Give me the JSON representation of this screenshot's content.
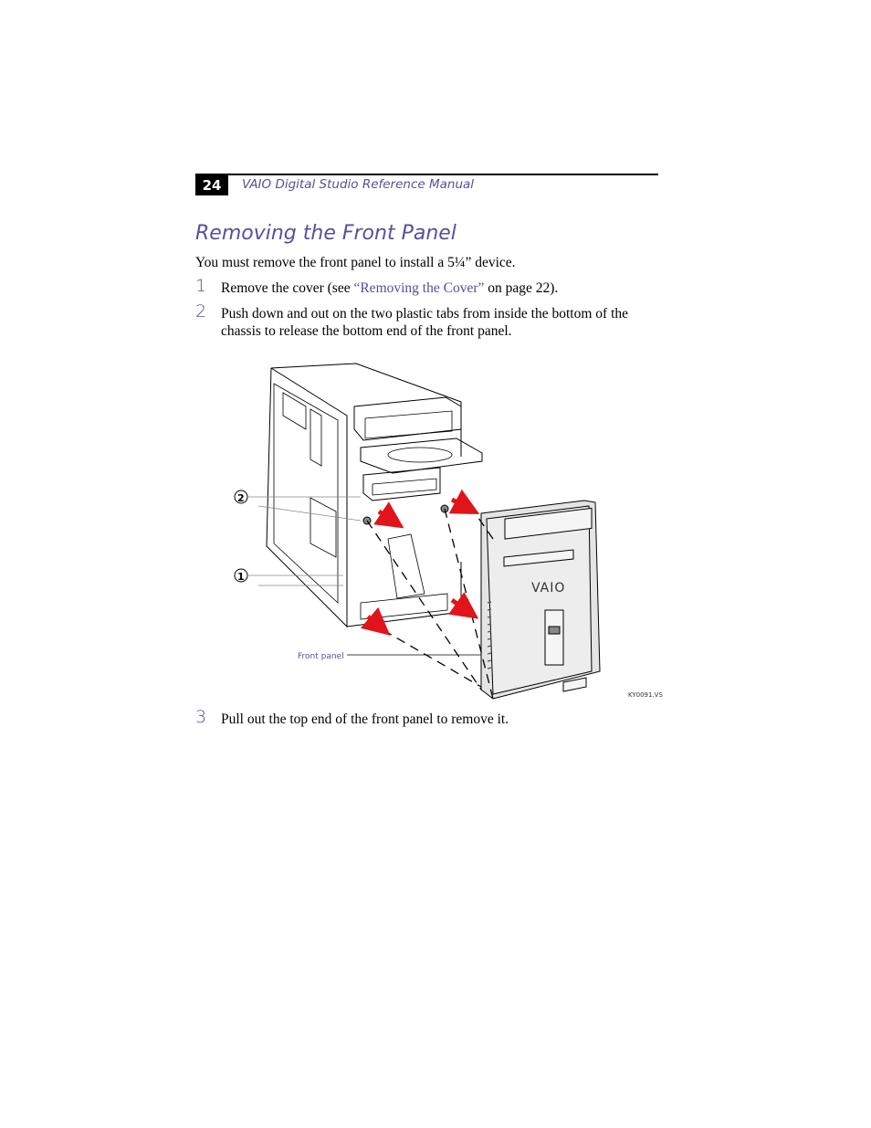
{
  "header": {
    "page_number": "24",
    "running_title": "VAIO Digital Studio Reference Manual"
  },
  "section": {
    "title": "Removing the Front Panel",
    "intro": "You must remove the front panel to install a 5¼” device."
  },
  "steps": [
    {
      "number": "1",
      "text_before": "Remove the cover (see ",
      "link": "“Removing the Cover”",
      "text_after": " on page 22)."
    },
    {
      "number": "2",
      "text": "Push down and out on the two plastic tabs from inside the bottom of the chassis to release the bottom end of the front panel."
    },
    {
      "number": "3",
      "text": "Pull out the top end of the front panel to remove it."
    }
  ],
  "figure": {
    "callout_1": "1",
    "callout_2": "2",
    "front_panel_label": "Front panel",
    "figure_code": "KY0091.VS",
    "logo_text": "VAIO",
    "arrow_color": "#e0141b",
    "accent_color": "#5a4e9a"
  }
}
